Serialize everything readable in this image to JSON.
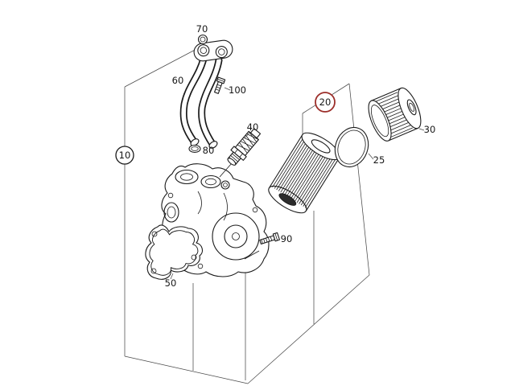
{
  "diagram": {
    "background_color": "#ffffff",
    "line_color": "#1a1a1a",
    "highlight_color": "#9c2e2a",
    "parts": [
      {
        "label": "70",
        "callout": "plain"
      },
      {
        "label": "60",
        "callout": "plain"
      },
      {
        "label": "100",
        "callout": "plain"
      },
      {
        "label": "40",
        "callout": "plain"
      },
      {
        "label": "80",
        "callout": "plain"
      },
      {
        "label": "10",
        "callout": "circled"
      },
      {
        "label": "20",
        "callout": "circled-highlight"
      },
      {
        "label": "25",
        "callout": "plain"
      },
      {
        "label": "30",
        "callout": "plain"
      },
      {
        "label": "50",
        "callout": "plain"
      },
      {
        "label": "90",
        "callout": "plain"
      }
    ]
  }
}
